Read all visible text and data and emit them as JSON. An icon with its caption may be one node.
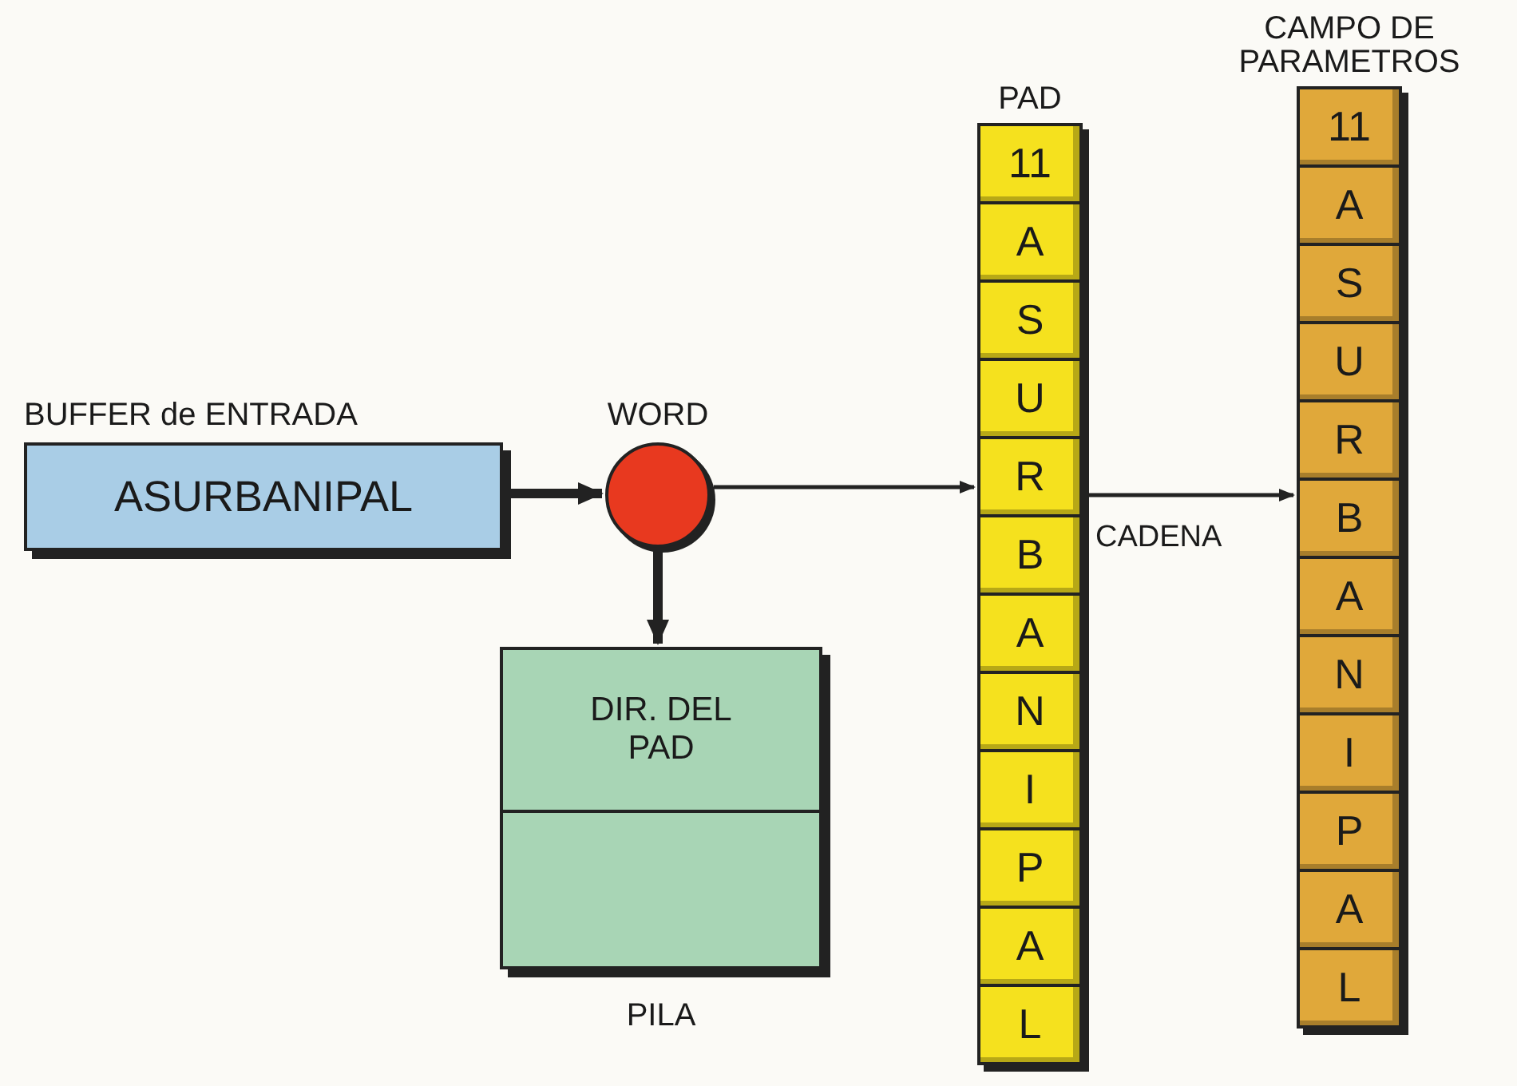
{
  "diagram": {
    "nodes": [
      {
        "text": [
          "BUFFER de ENTRADA",
          "ASURBANIPAL"
        ]
      },
      {
        "text": [
          "WORD"
        ]
      },
      {
        "text": [
          "PILA"
        ]
      },
      {
        "text": [
          "DIR. DEL PAD"
        ],
        "in": 2
      },
      {
        "text": [],
        "shape": "box",
        "in": 2
      },
      {
        "text": [
          "PAD"
        ]
      },
      {
        "text": [
          "11"
        ],
        "in": 5
      },
      {
        "text": [
          "A"
        ],
        "in": 5
      },
      {
        "text": [
          "S"
        ],
        "in": 5
      },
      {
        "text": [
          "U"
        ],
        "in": 5
      },
      {
        "text": [
          "R"
        ],
        "in": 5
      },
      {
        "text": [
          "B"
        ],
        "in": 5
      },
      {
        "text": [
          "A"
        ],
        "in": 5
      },
      {
        "text": [
          "N"
        ],
        "in": 5
      },
      {
        "text": [
          "I"
        ],
        "in": 5
      },
      {
        "text": [
          "P"
        ],
        "in": 5
      },
      {
        "text": [
          "A"
        ],
        "in": 5
      },
      {
        "text": [
          "L"
        ],
        "in": 5
      },
      {
        "text": [
          "CAMPO DE PARAMETROS"
        ]
      },
      {
        "text": [
          "11"
        ],
        "in": 18
      },
      {
        "text": [
          "A"
        ],
        "in": 18
      },
      {
        "text": [
          "S"
        ],
        "in": 18
      },
      {
        "text": [
          "U"
        ],
        "in": 18
      },
      {
        "text": [
          "R"
        ],
        "in": 18
      },
      {
        "text": [
          "B"
        ],
        "in": 18
      },
      {
        "text": [
          "A"
        ],
        "in": 18
      },
      {
        "text": [
          "N"
        ],
        "in": 18
      },
      {
        "text": [
          "I"
        ],
        "in": 18
      },
      {
        "text": [
          "P"
        ],
        "in": 18
      },
      {
        "text": [
          "A"
        ],
        "in": 18
      },
      {
        "text": [
          "L"
        ],
        "in": 18
      }
    ],
    "edges": [
      {
        "from": 0,
        "to": 1,
        "arrow": "to",
        "style": "thick"
      },
      {
        "from": 1,
        "to": 2,
        "arrow": "to",
        "style": "thick"
      },
      {
        "from": 1,
        "to": 5,
        "arrow": "to"
      },
      {
        "from": 5,
        "to": 18,
        "arrow": "to",
        "label": "CADENA"
      }
    ]
  }
}
